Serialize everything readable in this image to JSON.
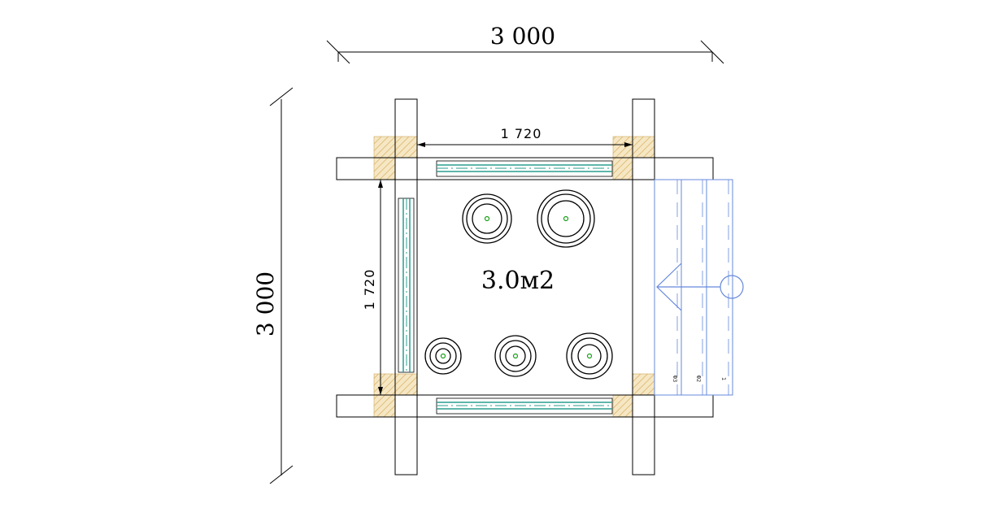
{
  "dimensions": {
    "top_overall": "3 000",
    "left_overall": "3 000",
    "inner_horizontal": "1 720",
    "inner_vertical": "1 720"
  },
  "room": {
    "area_label": "3.0м2"
  },
  "stair": {
    "step_labels": [
      "Ф3",
      "Ф2",
      "1"
    ]
  },
  "colors": {
    "line": "#000000",
    "wood_hatch": "#e0c080",
    "window_glass": "#2a9d8f",
    "stair_line": "#6688dd",
    "heater_center": "#1aa01a"
  }
}
